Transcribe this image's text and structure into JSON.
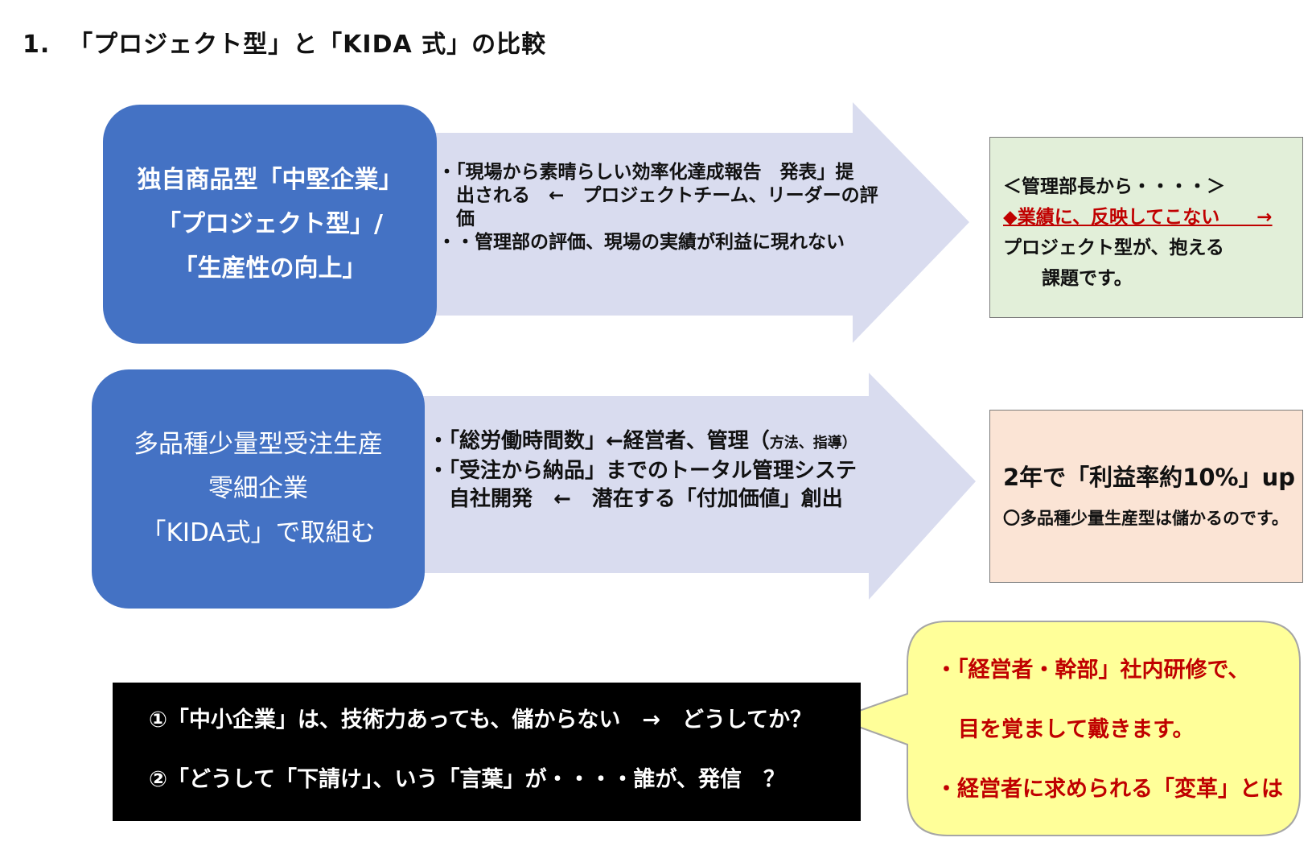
{
  "page_title": "1.  「プロジェクト型」と「KIDA 式」の比較",
  "colors": {
    "box_blue": "#4472c4",
    "arrow_fill": "#d9dcef",
    "note_green": "#e2efd9",
    "note_peach": "#fbe4d5",
    "callout_yellow": "#ffff99",
    "accent_red": "#c00000"
  },
  "row1": {
    "box_lines": [
      "独自商品型「中堅企業」",
      "「プロジェクト型」/",
      "「生産性の向上」"
    ],
    "arrow_lines": [
      "・「現場から素晴らしい効率化達成報告　発表」提",
      "　出される　←　プロジェクトチーム、リーダーの評",
      "　価",
      "・・管理部の評価、現場の実績が利益に現れない"
    ],
    "note": {
      "line1": "＜管理部長から・・・・＞",
      "line2": "◆業績に、反映してこない　　→",
      "line3": "プロジェクト型が、抱える",
      "line4": "課題です。"
    }
  },
  "row2": {
    "box_lines": [
      "多品種少量型受注生産",
      "零細企業",
      "「KIDA式」で取組む"
    ],
    "arrow_line1_main": "・「総労働時間数」←経営者、管理（",
    "arrow_line1_small": "方法、指導）",
    "arrow_line2": "・「受注から納品」までのトータル管理システ",
    "arrow_line3": "　自社開発　←　潜在する「付加価値」創出",
    "note": {
      "heading": "2年で「利益率約10%」up",
      "body": "〇多品種少量生産型は儲かるのです。"
    }
  },
  "questions": [
    "①「中小企業」は、技術力あっても、儲からない　→　どうしてか？",
    "②「どうして「下請け」、いう「言葉」が・・・・誰が、発信　？"
  ],
  "callout": {
    "line1": "・「経営者・幹部」社内研修で、",
    "line2": "目を覚まして戴きます。",
    "line3": "・経営者に求められる「変革」とは"
  }
}
